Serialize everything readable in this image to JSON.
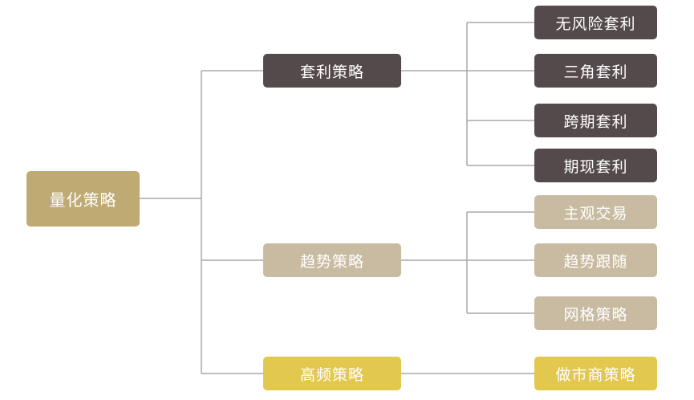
{
  "diagram": {
    "root": {
      "label": "量化策略",
      "color": "#BEAA72"
    },
    "line_color": "#A9A9A9",
    "branches": [
      {
        "label": "套利策略",
        "color": "#544A4C",
        "children": [
          "无风险套利",
          "三角套利",
          "跨期套利",
          "期现套利"
        ]
      },
      {
        "label": "趋势策略",
        "color": "#C8BBA1",
        "children": [
          "主观交易",
          "趋势跟随",
          "网格策略"
        ]
      },
      {
        "label": "高频策略",
        "color": "#E2C84E",
        "children": [
          "做市商策略"
        ]
      }
    ]
  }
}
